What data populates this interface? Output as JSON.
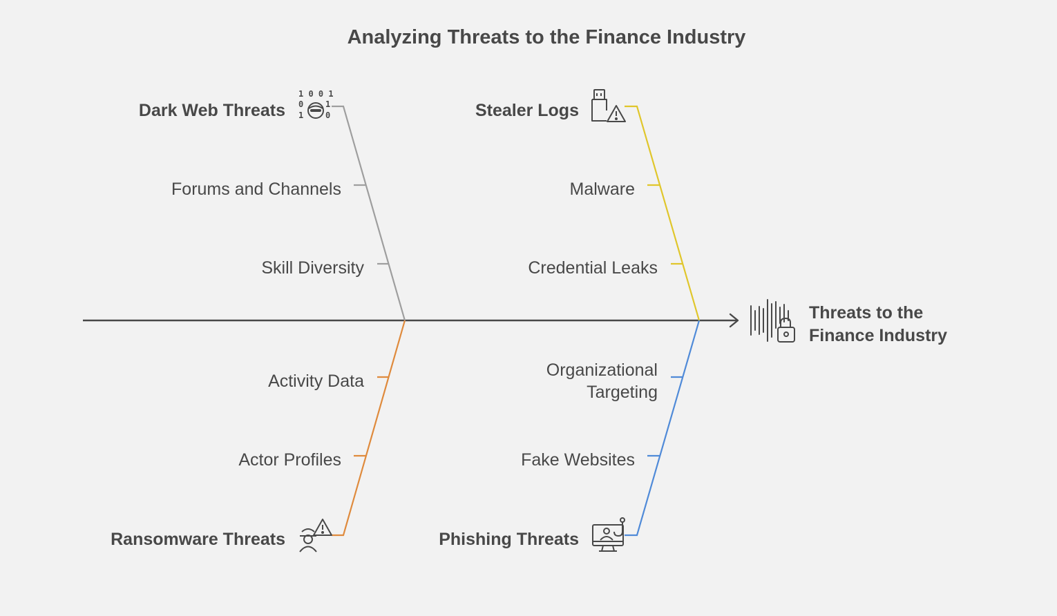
{
  "title": "Analyzing Threats to the Finance Industry",
  "head": {
    "label": "Threats to the Finance Industry",
    "icon": "soundwave-padlock-icon"
  },
  "spine_color": "#484848",
  "categories": {
    "dark_web": {
      "label": "Dark Web Threats",
      "color": "#9e9e9e",
      "icon": "binary-hacker-icon",
      "causes": [
        "Forums and Channels",
        "Skill Diversity"
      ]
    },
    "stealer_logs": {
      "label": "Stealer Logs",
      "color": "#e0c62b",
      "icon": "usb-warning-icon",
      "causes": [
        "Malware",
        "Credential Leaks"
      ]
    },
    "ransomware": {
      "label": "Ransomware Threats",
      "color": "#df8a3c",
      "icon": "thief-warning-icon",
      "causes": [
        "Activity Data",
        "Actor Profiles"
      ]
    },
    "phishing": {
      "label": "Phishing Threats",
      "color": "#4f8ad8",
      "icon": "monitor-hook-icon",
      "causes": [
        "Organizational Targeting",
        "Fake Websites"
      ]
    }
  }
}
